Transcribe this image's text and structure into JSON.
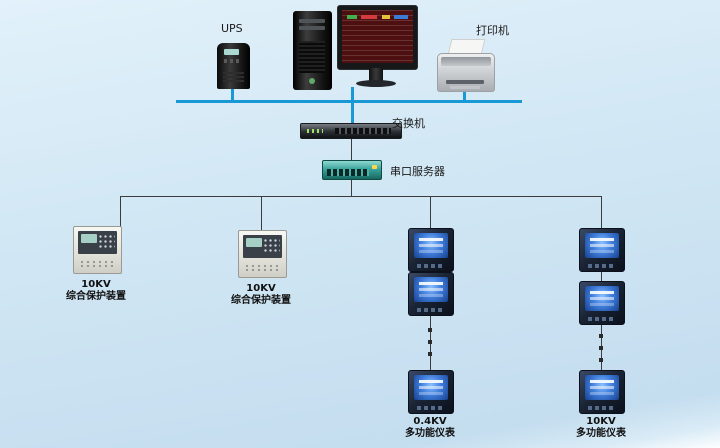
{
  "diagram": {
    "top_row": {
      "ups_label": "UPS",
      "printer_label": "打印机"
    },
    "network": {
      "switch_label": "交换机",
      "serial_server_label": "串口服务器"
    },
    "branches": [
      {
        "voltage": "10KV",
        "name": "综合保护装置",
        "type": "protection-device"
      },
      {
        "voltage": "10KV",
        "name": "综合保护装置",
        "type": "protection-device"
      },
      {
        "voltage": "0.4KV",
        "name": "多功能仪表",
        "type": "multifunction-meter"
      },
      {
        "voltage": "10KV",
        "name": "多功能仪表",
        "type": "multifunction-meter"
      }
    ]
  },
  "icons": {
    "ups": "ups-tower-icon",
    "workstation": "pc-tower-icon",
    "monitor": "scada-monitor-icon",
    "printer": "printer-icon",
    "switch": "network-switch-icon",
    "serial_server": "serial-port-server-icon",
    "protection_device": "protection-relay-icon",
    "meter": "power-meter-icon",
    "continuation": "vertical-ellipsis-dots"
  },
  "colors": {
    "background_top": "#e2f1fa",
    "background_bottom": "#c4ddef",
    "network_line": "#1898d5",
    "bus_wire": "#3c3c3c",
    "meter_screen_blue": "#3f7ddb",
    "serial_server_teal": "#3aa39a",
    "monitor_screen_red": "#4d0f10"
  }
}
